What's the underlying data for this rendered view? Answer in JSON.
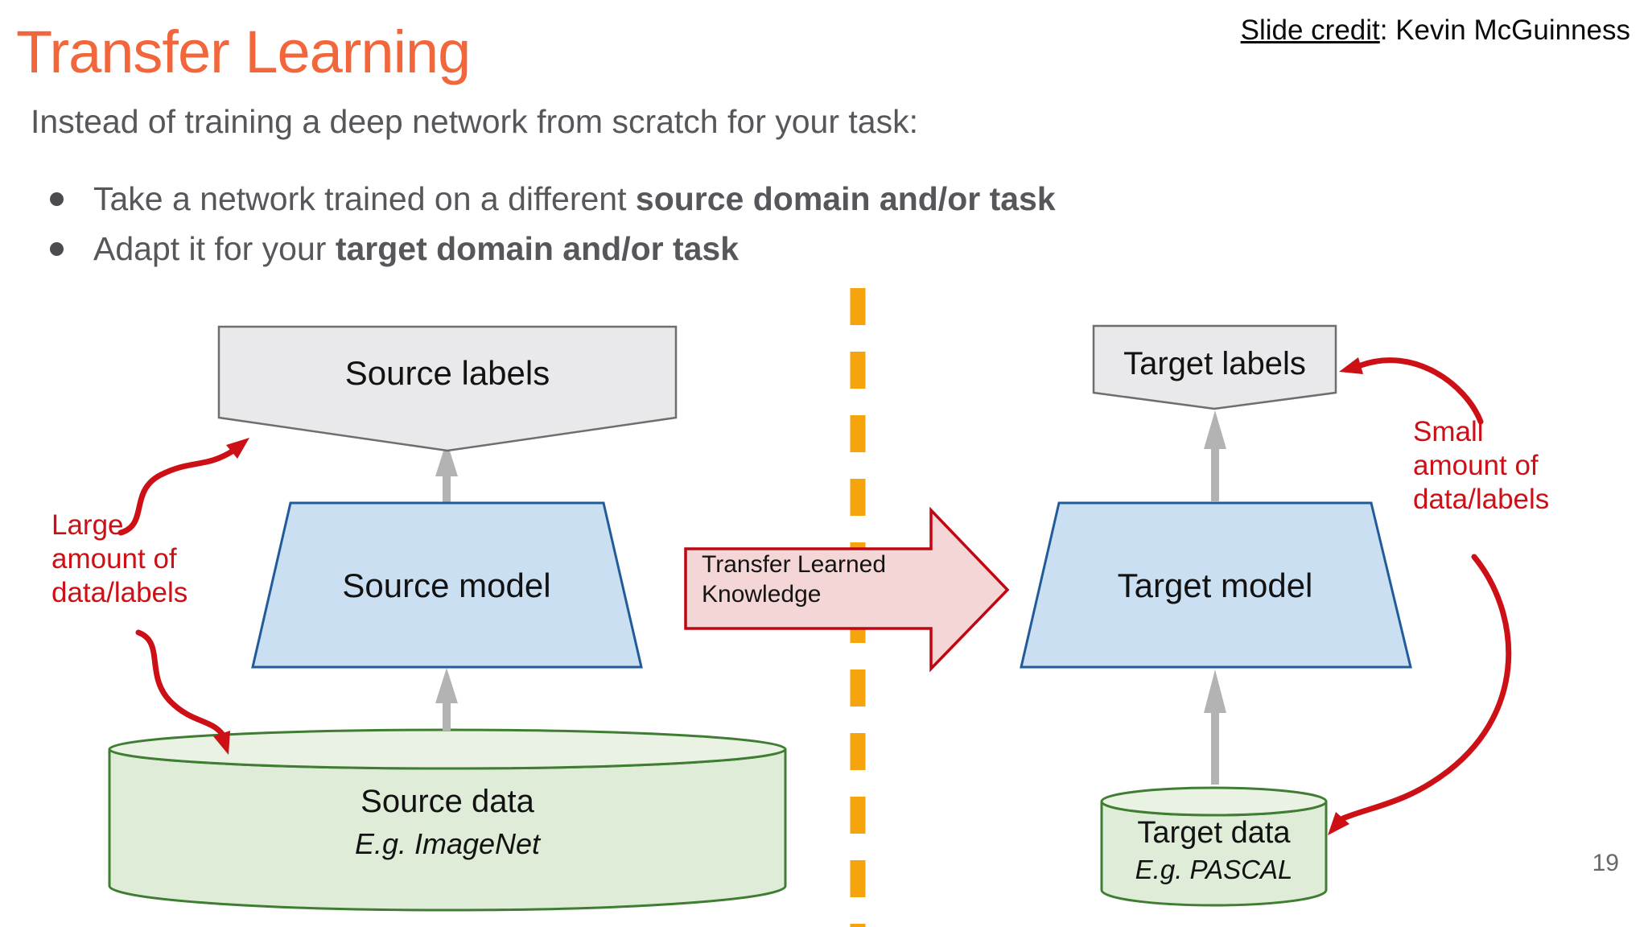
{
  "slide": {
    "title": "Transfer Learning",
    "credit_label": "Slide credit",
    "credit_rest": ": Kevin McGuinness",
    "subtitle": "Instead of training a deep network from scratch for your task:",
    "bullets": [
      {
        "normal": "Take a network trained on a different ",
        "bold": "source domain and/or task"
      },
      {
        "normal": "Adapt it for your ",
        "bold": "target domain and/or task"
      }
    ],
    "page_number": "19"
  },
  "diagram": {
    "source": {
      "labels": "Source labels",
      "model": "Source model",
      "data": "Source data",
      "data_example": "E.g. ImageNet"
    },
    "target": {
      "labels": "Target labels",
      "model": "Target model",
      "data": "Target data",
      "data_example": "E.g. PASCAL"
    },
    "transfer_label": "Transfer Learned Knowledge",
    "annotations": {
      "large": [
        "Large",
        "amount of",
        "data/labels"
      ],
      "small": [
        "Small",
        "amount of",
        "data/labels"
      ]
    },
    "colors": {
      "title_orange": "#f2663c",
      "divider_orange": "#f6a40d",
      "annotation_red": "#cc1016",
      "transfer_arrow_fill": "#f5d6d6",
      "transfer_arrow_border": "#c00612",
      "model_fill": "#cbdff2",
      "model_border": "#1f5c99",
      "labels_fill": "#e9e9eb",
      "labels_border": "#6e6e6e",
      "data_fill": "#dfedd8",
      "data_top_fill": "#e9f2e3",
      "data_border": "#3f7d33",
      "connector_gray": "#b3b3b3",
      "body_text_gray": "#57575b"
    }
  }
}
